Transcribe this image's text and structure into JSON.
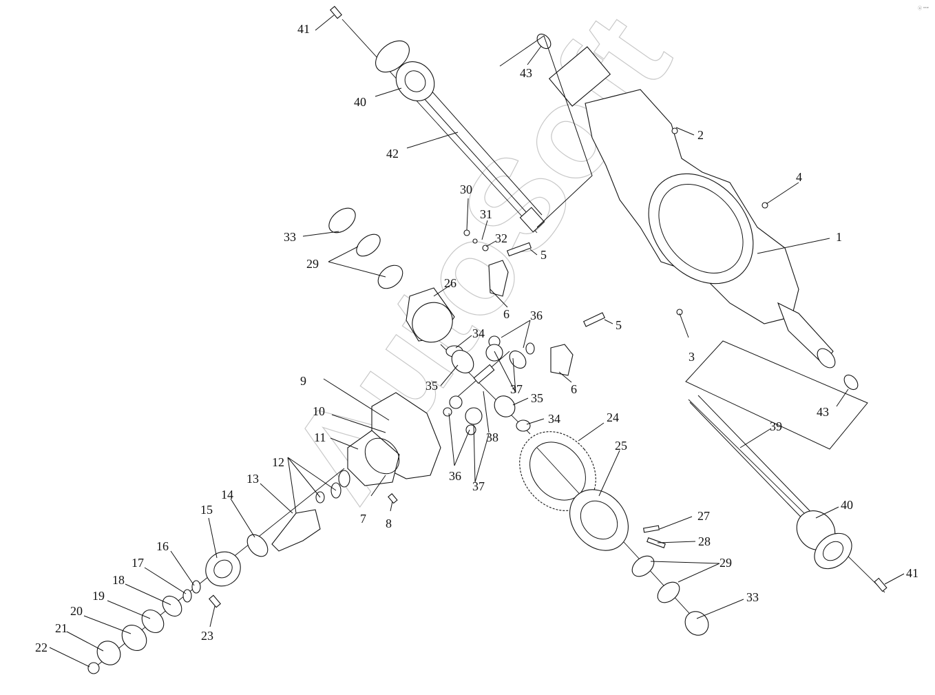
{
  "watermark": "AutoSoft",
  "corner_mark": "ⓤ ⁿᵉʷ",
  "callouts": [
    "1",
    "2",
    "3",
    "4",
    "5",
    "5",
    "6",
    "6",
    "7",
    "8",
    "9",
    "10",
    "11",
    "12",
    "13",
    "14",
    "15",
    "16",
    "17",
    "18",
    "19",
    "20",
    "21",
    "22",
    "23",
    "24",
    "25",
    "26",
    "27",
    "28",
    "29",
    "29",
    "30",
    "31",
    "32",
    "33",
    "33",
    "34",
    "34",
    "35",
    "35",
    "36",
    "36",
    "37",
    "37",
    "38",
    "39",
    "40",
    "40",
    "41",
    "41",
    "42",
    "43",
    "43"
  ]
}
